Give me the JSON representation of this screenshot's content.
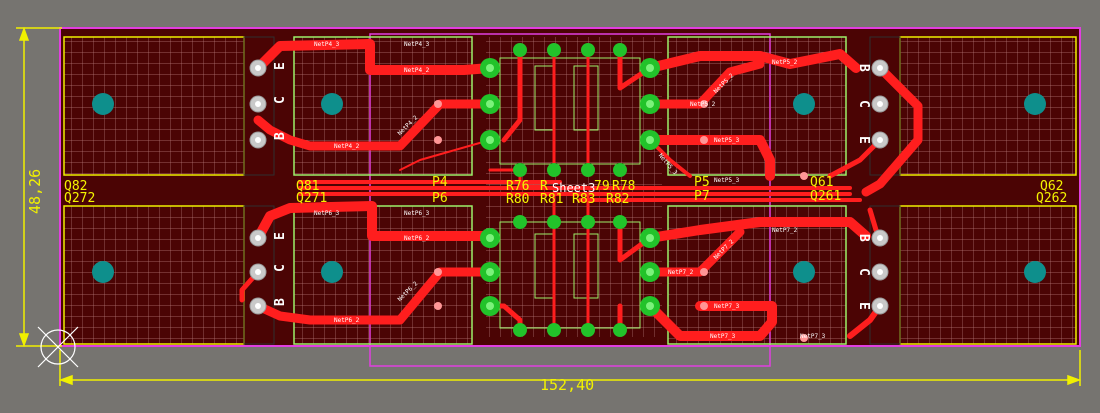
{
  "board": {
    "dim_height": "48,26",
    "dim_width": "152,40"
  },
  "designators": {
    "q82": "Q82",
    "q272": "Q272",
    "q81": "Q81",
    "q271": "Q271",
    "p4": "P4",
    "p6": "P6",
    "r76": "R76",
    "r77_partial": "R",
    "sheet": "Sheet3",
    "r79_partial": "79",
    "r78": "R78",
    "r80": "R80",
    "r81": "R81",
    "r83": "R83",
    "r82": "R82",
    "p5": "P5",
    "p7": "P7",
    "q61": "Q61",
    "q261": "Q261",
    "q62": "Q62",
    "q262": "Q262"
  },
  "pins": {
    "b": "B",
    "c": "C",
    "e": "E"
  },
  "nets": {
    "np4_3a": "NetP4_3",
    "np4_3b": "NetP4_3",
    "np4_2a": "NetP4_2",
    "np4_2b": "NetP4_2",
    "np4_2c": "NetP4_2",
    "np6_3a": "NetP6_3",
    "np6_3b": "NetP6_3",
    "np6_2a": "NetP6_2",
    "np6_2b": "NetP6_2",
    "np6_2c": "NetP6_2",
    "np5_2a": "NetP5_2",
    "np5_2b": "NetP5_2",
    "np5_2c": "NetP5_2",
    "np5_3a": "NetP5_3",
    "np5_3b": "NetP5_3",
    "np5_3c": "NetP5_3",
    "np7_2a": "NetP7_2",
    "np7_2b": "NetP7_2",
    "np7_2c": "NetP7_2",
    "np7_3a": "NetP7_3",
    "np7_3b": "NetP7_3",
    "np7_3c": "NetP7_3"
  }
}
